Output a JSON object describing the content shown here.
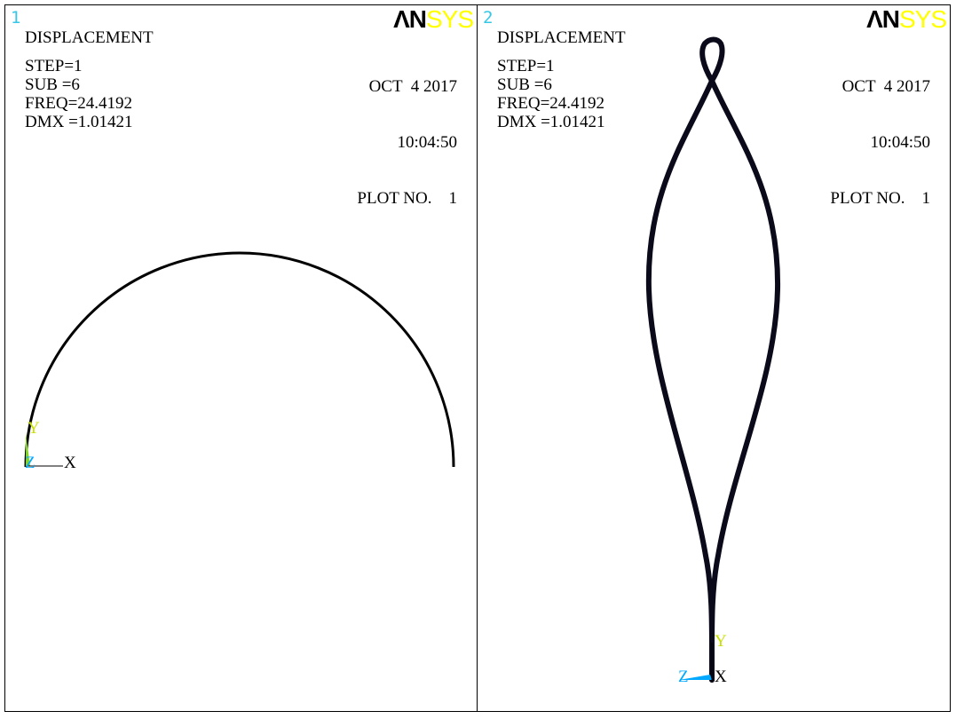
{
  "panels": [
    {
      "window_number": "1",
      "logo": {
        "part1": "ΛN",
        "part2": "SYS"
      },
      "title": "DISPLACEMENT",
      "step": "STEP=1",
      "sub": "SUB =6",
      "freq": "FREQ=24.4192",
      "dmx": "DMX =1.01421",
      "date": "OCT  4 2017",
      "time": "10:04:50",
      "plot_no": "PLOT NO.    1",
      "triad": {
        "y": "Y",
        "z": "Z",
        "x": "X"
      }
    },
    {
      "window_number": "2",
      "logo": {
        "part1": "ΛN",
        "part2": "SYS"
      },
      "title": "DISPLACEMENT",
      "step": "STEP=1",
      "sub": "SUB =6",
      "freq": "FREQ=24.4192",
      "dmx": "DMX =1.01421",
      "date": "OCT  4 2017",
      "time": "10:04:50",
      "plot_no": "PLOT NO.    1",
      "triad": {
        "y": "Y",
        "z": "Z",
        "x": "X"
      }
    }
  ],
  "colors": {
    "window_number": "#35c7e5",
    "logo_an": "#000000",
    "logo_sys": "#ffff00",
    "triad_y": "#c8e000",
    "triad_z": "#00a8ff",
    "shape": "#0a0a1a"
  }
}
